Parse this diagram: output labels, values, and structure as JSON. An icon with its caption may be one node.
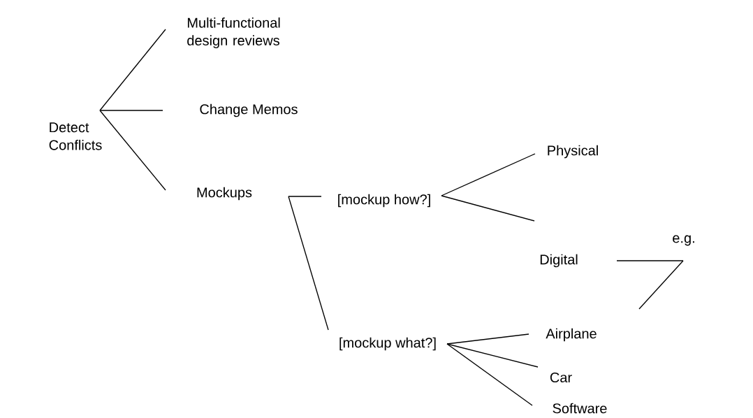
{
  "diagram": {
    "nodes": [
      {
        "text": [
          "Detect Conflicts"
        ]
      },
      {
        "text": [
          "Multi-functional design reviews"
        ]
      },
      {
        "text": [
          "Change Memos"
        ]
      },
      {
        "text": [
          "Mockups"
        ]
      },
      {
        "text": [
          "[mockup how?]"
        ]
      },
      {
        "text": [
          "[mockup what?]"
        ]
      },
      {
        "text": [
          "Physical"
        ]
      },
      {
        "text": [
          "Digital"
        ]
      },
      {
        "text": [
          "Airplane"
        ]
      },
      {
        "text": [
          "Car"
        ]
      },
      {
        "text": [
          "Software"
        ]
      },
      {
        "text": [
          "e.g."
        ]
      }
    ],
    "edges": [
      {
        "from": 0,
        "to": 1,
        "arrow": "none"
      },
      {
        "from": 0,
        "to": 2,
        "arrow": "none"
      },
      {
        "from": 0,
        "to": 3,
        "arrow": "none"
      },
      {
        "from": 3,
        "to": 4,
        "arrow": "none"
      },
      {
        "from": 3,
        "to": 5,
        "arrow": "none"
      },
      {
        "from": 4,
        "to": 6,
        "arrow": "none"
      },
      {
        "from": 4,
        "to": 7,
        "arrow": "none"
      },
      {
        "from": 5,
        "to": 8,
        "arrow": "none"
      },
      {
        "from": 5,
        "to": 9,
        "arrow": "none"
      },
      {
        "from": 5,
        "to": 10,
        "arrow": "none"
      },
      {
        "from": 7,
        "to": 11,
        "arrow": "none"
      },
      {
        "from": 8,
        "to": 11,
        "arrow": "none"
      }
    ]
  }
}
